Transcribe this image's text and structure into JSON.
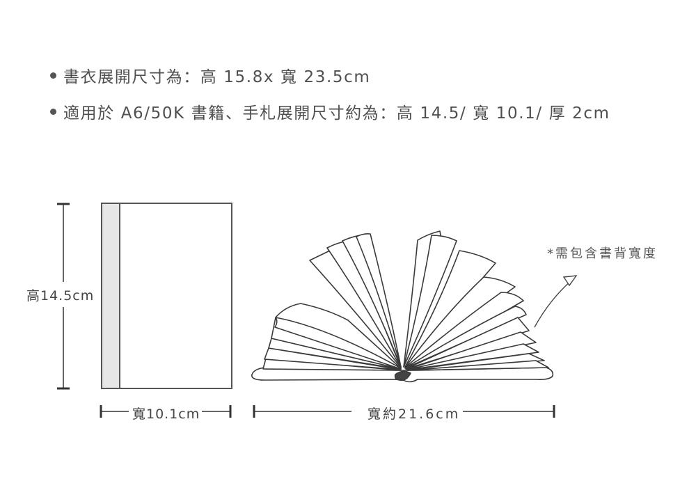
{
  "specs": [
    {
      "text": "書衣展開尺寸為：高 15.8x 寬 23.5cm"
    },
    {
      "text": "適用於 A6/50K 書籍、手札展開尺寸約為：高 14.5/ 寬 10.1/ 厚 2cm"
    }
  ],
  "closed_book": {
    "height_label": "高14.5cm",
    "width_label": "寬10.1cm"
  },
  "open_book": {
    "width_label": "寬約21.6cm",
    "note": "*需包含書背寬度"
  },
  "colors": {
    "text": "#4a4a4a",
    "line": "#444444",
    "spine_fill": "#e6e6e6"
  }
}
